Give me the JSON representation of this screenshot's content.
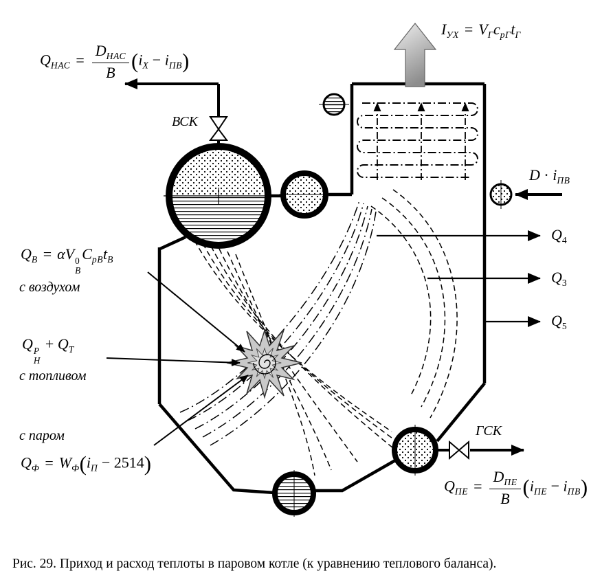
{
  "labels": {
    "vsk": "ВСК",
    "gsk": "ГСК",
    "with_air": "с  воздухом",
    "with_fuel": "с  топливом",
    "with_steam": "с  паром",
    "caption": "Рис. 29. Приход и расход теплоты в паровом котле (к уравнению теплового баланса)."
  },
  "formulas": {
    "q_nas_html": "<i>Q</i><sub><i>НАС</i></sub><span class='rel'>=</span><span class='frac'><span class='num'><i>D</i><sub><i>НАС</i></sub></span><span class='den'><i>B</i></span></span><span class='big'>(</span><i>i</i><sub><i>Х</i></sub> − <i>i</i><sub><i>ПВ</i></sub><span class='big'>)</span>",
    "i_ukh_html": "<i>I</i><sub><i>УХ</i></sub><span class='rel'>=</span><i>V</i><sub><i>Г</i></sub><i>c</i><sub><i>рГ</i></sub><i>t</i><sub><i>Г</i></sub>",
    "d_ipv_html": "<i>D</i> · <i>i</i><sub><i>ПВ</i></sub>",
    "q4_html": "<i>Q</i><sub>4</sub>",
    "q3_html": "<i>Q</i><sub>3</sub>",
    "q5_html": "<i>Q</i><sub>5</sub>",
    "q_v_html": "<i>Q</i><sub><i>В</i></sub><span class='rel'>=</span><i>α</i><i>V</i><span class='ss'><span>0</span><span><i>В</i></span></span><i>C</i><sub><i>рВ</i></sub><i>t</i><sub><i>В</i></sub>",
    "q_n_html": "<i>Q</i><span class='ss'><span><i>Р</i></span><span><i>Н</i></span></span> + <i>Q</i><sub><i>Т</i></sub>",
    "q_f_html": "<i>Q</i><sub><i>Ф</i></sub><span class='rel'>=</span><i>W</i><sub><i>Ф</i></sub><span class='big'>(</span><i>i</i><sub><i>П</i></sub> − 2514<span class='big'>)</span>",
    "q_pe_html": "<i>Q</i><sub><i>ПЕ</i></sub><span class='rel'>=</span><span class='frac'><span class='num'><i>D</i><sub><i>ПЕ</i></sub></span><span class='den'><i>B</i></span></span><span class='big'>(</span><i>i</i><sub><i>ПЕ</i></sub> − <i>i</i><sub><i>ПВ</i></sub><span class='big'>)</span>"
  },
  "colors": {
    "line": "#000000",
    "flame_fill": "#c9c9c9",
    "flame_inner": "#e3e3e3",
    "chimney_light": "#efefef",
    "chimney_dark": "#8d8d8d"
  }
}
